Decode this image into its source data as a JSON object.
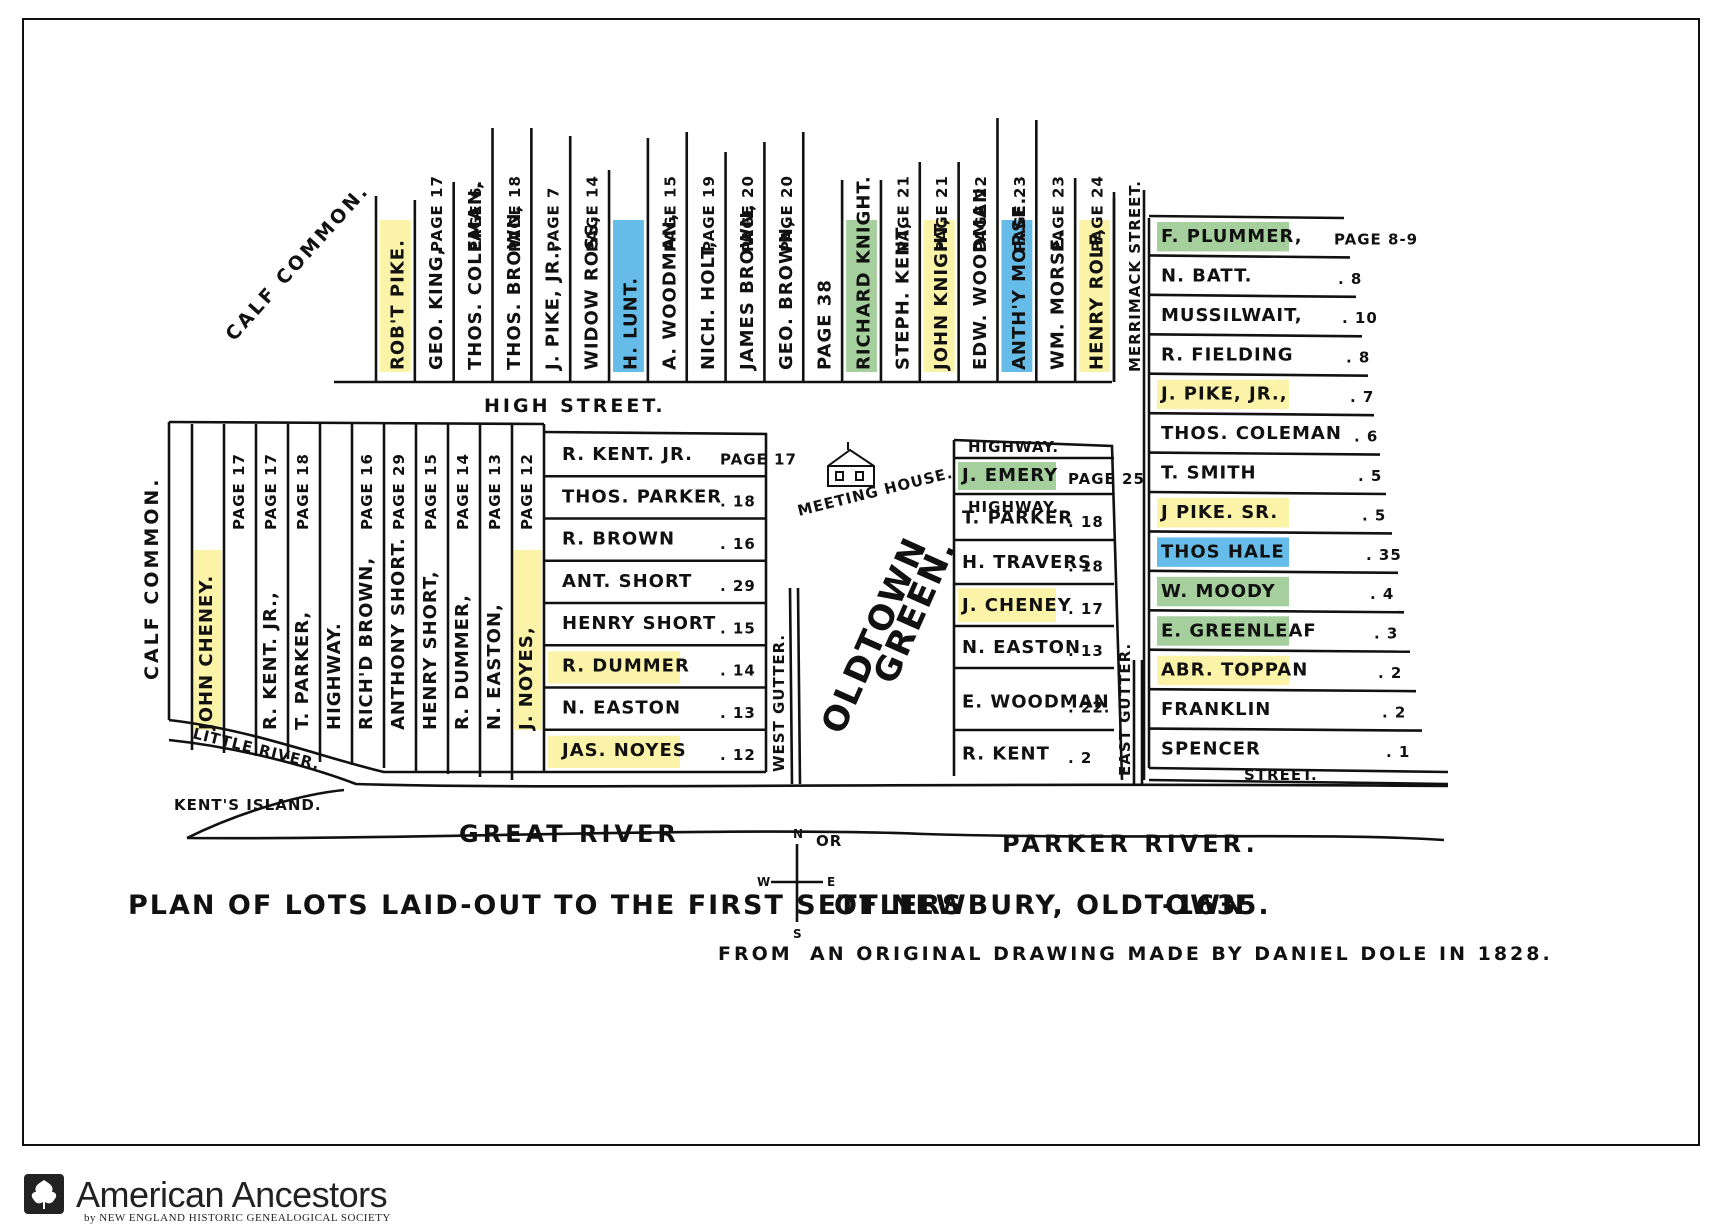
{
  "map": {
    "title": "PLAN OF LOTS LAID-OUT TO THE FIRST SETTLERS",
    "title_cont": "OF NEWBURY, OLDTOWN",
    "year": "-1635.",
    "subtitle_from": "FROM",
    "subtitle_rest": "AN ORIGINAL DRAWING MADE BY DANIEL DOLE IN 1828.",
    "compass": {
      "n": "N",
      "s": "S",
      "e": "E",
      "w": "W"
    },
    "labels": {
      "calf_common_top": "CALF COMMON.",
      "calf_common_left": "CALF COMMON.",
      "high_street": "HIGH STREET.",
      "merrimack_street": "MERRIMACK STREET.",
      "street": "STREET.",
      "highway_vertical": "HIGHWAY.",
      "highway_1": "HIGHWAY.",
      "highway_2": "HIGHWAY.",
      "meeting_house": "MEETING HOUSE.",
      "oldtown": "OLDTOWN",
      "green": "GREEN.",
      "west_gutter": "WEST GUTTER.",
      "east_gutter": "EAST GUTTER.",
      "little_river": "LITTLE RIVER.",
      "kents_island": "KENT'S ISLAND.",
      "great_river": "GREAT RIVER",
      "or": "OR",
      "parker_river": "PARKER RIVER."
    },
    "highlight_colors": {
      "yellow": "#fbf3a8",
      "green": "#a5cf9d",
      "blue": "#66bce8"
    },
    "top_lots": [
      {
        "name": "ROB'T PIKE.",
        "page": "",
        "hl": "yellow"
      },
      {
        "name": "GEO. KING,",
        "page": "PAGE 17",
        "hl": ""
      },
      {
        "name": "THOS. COLEMAN,",
        "page": "PAGE 6.",
        "hl": ""
      },
      {
        "name": "THOS. BROWN,",
        "page": "PAGE 18",
        "hl": ""
      },
      {
        "name": "J. PIKE, JR.,",
        "page": "PAGE 7",
        "hl": ""
      },
      {
        "name": "WIDOW ROSS,",
        "page": "PAGE 14",
        "hl": ""
      },
      {
        "name": "H. LUNT.",
        "page": "",
        "hl": "blue"
      },
      {
        "name": "A. WOODMAN,",
        "page": "PAGE 15",
        "hl": ""
      },
      {
        "name": "NICH. HOLT,",
        "page": "PAGE 19",
        "hl": ""
      },
      {
        "name": "JAMES BROWN,",
        "page": "PAGE 20",
        "hl": ""
      },
      {
        "name": "GEO. BROWN,",
        "page": "PAGE 20",
        "hl": ""
      },
      {
        "name": "PAGE 38",
        "page": "",
        "hl": ""
      },
      {
        "name": "RICHARD KNIGHT.",
        "page": "",
        "hl": "green"
      },
      {
        "name": "STEPH. KENT,",
        "page": "PAGE 21",
        "hl": ""
      },
      {
        "name": "JOHN KNIGHT,",
        "page": "PAGE 21",
        "hl": "yellow"
      },
      {
        "name": "EDW. WOODMAN.",
        "page": "PAGE 22",
        "hl": ""
      },
      {
        "name": "ANTH'Y MORSE.",
        "page": "PAGE 23",
        "hl": "blue"
      },
      {
        "name": "WM. MORSE.",
        "page": "PAGE 23",
        "hl": ""
      },
      {
        "name": "HENRY ROLF,",
        "page": "PAGE 24",
        "hl": "yellow"
      }
    ],
    "left_lots": [
      {
        "name": "JOHN CHENEY.",
        "page": "",
        "hl": "yellow"
      },
      {
        "name": "",
        "page": "PAGE 17",
        "hl": ""
      },
      {
        "name": "R. KENT. JR.,",
        "page": "PAGE 17",
        "hl": ""
      },
      {
        "name": "T. PARKER,",
        "page": "PAGE 18",
        "hl": ""
      },
      {
        "name": "HIGHWAY.",
        "page": "",
        "hl": ""
      },
      {
        "name": "RICH'D BROWN,",
        "page": "PAGE 16",
        "hl": ""
      },
      {
        "name": "ANTHONY SHORT.",
        "page": "PAGE 29",
        "hl": ""
      },
      {
        "name": "HENRY SHORT,",
        "page": "PAGE 15",
        "hl": ""
      },
      {
        "name": "R. DUMMER,",
        "page": "PAGE 14",
        "hl": ""
      },
      {
        "name": "N. EASTON,",
        "page": "PAGE 13",
        "hl": ""
      },
      {
        "name": "J. NOYES,",
        "page": "PAGE 12",
        "hl": "yellow"
      }
    ],
    "mid_lots": [
      {
        "name": "R. KENT. JR.",
        "page": "PAGE 17",
        "hl": ""
      },
      {
        "name": "THOS. PARKER",
        "page": ". 18",
        "hl": ""
      },
      {
        "name": "R. BROWN",
        "page": ". 16",
        "hl": ""
      },
      {
        "name": "ANT. SHORT",
        "page": ". 29",
        "hl": ""
      },
      {
        "name": "HENRY SHORT",
        "page": ". 15",
        "hl": ""
      },
      {
        "name": "R. DUMMER",
        "page": ". 14",
        "hl": "yellow"
      },
      {
        "name": "N. EASTON",
        "page": ". 13",
        "hl": ""
      },
      {
        "name": "JAS. NOYES",
        "page": ". 12",
        "hl": "yellow"
      }
    ],
    "green_east_lots": [
      {
        "name": "J. EMERY",
        "page": "PAGE 25",
        "hl": "green"
      },
      {
        "name": "T. PARKER",
        "page": ". 18",
        "hl": ""
      },
      {
        "name": "H. TRAVERS",
        "page": ". 18",
        "hl": ""
      },
      {
        "name": "J. CHENEY",
        "page": ". 17",
        "hl": "yellow"
      },
      {
        "name": "N. EASTON",
        "page": ". 13",
        "hl": ""
      },
      {
        "name": "E. WOODMAN",
        "page": ". 22.",
        "hl": ""
      },
      {
        "name": "R. KENT",
        "page": ". 2",
        "hl": ""
      }
    ],
    "right_lots": [
      {
        "name": "F. PLUMMER,",
        "page": "PAGE 8-9",
        "hl": "green"
      },
      {
        "name": "N. BATT.",
        "page": ". 8",
        "hl": ""
      },
      {
        "name": "MUSSILWAIT,",
        "page": ". 10",
        "hl": ""
      },
      {
        "name": "R. FIELDING",
        "page": ". 8",
        "hl": ""
      },
      {
        "name": "J. PIKE, JR.,",
        "page": ". 7",
        "hl": "yellow"
      },
      {
        "name": "THOS. COLEMAN",
        "page": ". 6",
        "hl": ""
      },
      {
        "name": "T. SMITH",
        "page": ". 5",
        "hl": ""
      },
      {
        "name": "J PIKE. SR.",
        "page": ". 5",
        "hl": "yellow"
      },
      {
        "name": "THOS HALE",
        "page": ". 35",
        "hl": "blue"
      },
      {
        "name": "W. MOODY",
        "page": ". 4",
        "hl": "green"
      },
      {
        "name": "E. GREENLEAF",
        "page": ". 3",
        "hl": "green"
      },
      {
        "name": "ABR. TOPPAN",
        "page": ". 2",
        "hl": "yellow"
      },
      {
        "name": "FRANKLIN",
        "page": ". 2",
        "hl": ""
      },
      {
        "name": "SPENCER",
        "page": ". 1",
        "hl": ""
      }
    ]
  },
  "footer": {
    "brand": "American Ancestors",
    "tagline": "by NEW ENGLAND HISTORIC GENEALOGICAL SOCIETY"
  }
}
